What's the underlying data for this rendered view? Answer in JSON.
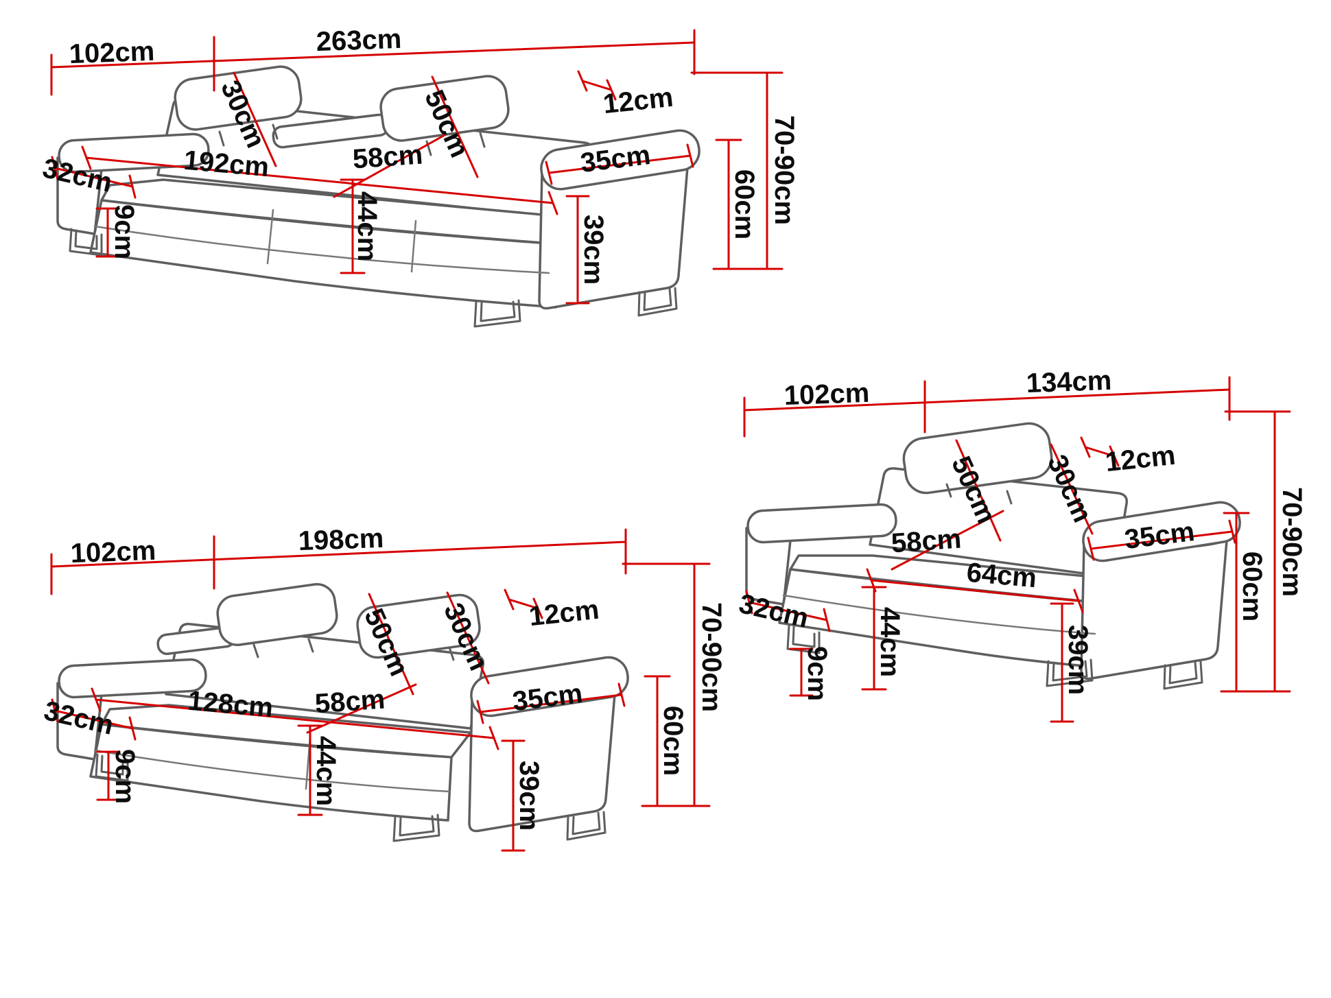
{
  "colors": {
    "dimension_red": "#d60000",
    "outline_gray": "#5e5e5e",
    "label_black": "#0c0c0c",
    "background": "#ffffff"
  },
  "sofa3": {
    "depth": "102cm",
    "total_width": "263cm",
    "headrest_height": "30cm",
    "backrest_height": "50cm",
    "headrest_thickness": "12cm",
    "seat_width": "192cm",
    "seat_depth": "58cm",
    "armrest_width": "35cm",
    "armrest_front_width": "32cm",
    "seat_height": "44cm",
    "leg_height": "9cm",
    "armrest_height": "39cm",
    "body_height": "60cm",
    "total_height": "70-90cm"
  },
  "sofa2": {
    "depth": "102cm",
    "total_width": "198cm",
    "headrest_height": "30cm",
    "backrest_height": "50cm",
    "headrest_thickness": "12cm",
    "seat_width": "128cm",
    "seat_depth": "58cm",
    "armrest_width": "35cm",
    "armrest_front_width": "32cm",
    "seat_height": "44cm",
    "leg_height": "9cm",
    "armrest_height": "39cm",
    "body_height": "60cm",
    "total_height": "70-90cm"
  },
  "armchair": {
    "depth": "102cm",
    "total_width": "134cm",
    "headrest_height": "30cm",
    "backrest_height": "50cm",
    "headrest_thickness": "12cm",
    "seat_width": "64cm",
    "seat_depth": "58cm",
    "armrest_width": "35cm",
    "armrest_front_width": "32cm",
    "seat_height": "44cm",
    "leg_height": "9cm",
    "armrest_height": "39cm",
    "body_height": "60cm",
    "total_height": "70-90cm"
  }
}
